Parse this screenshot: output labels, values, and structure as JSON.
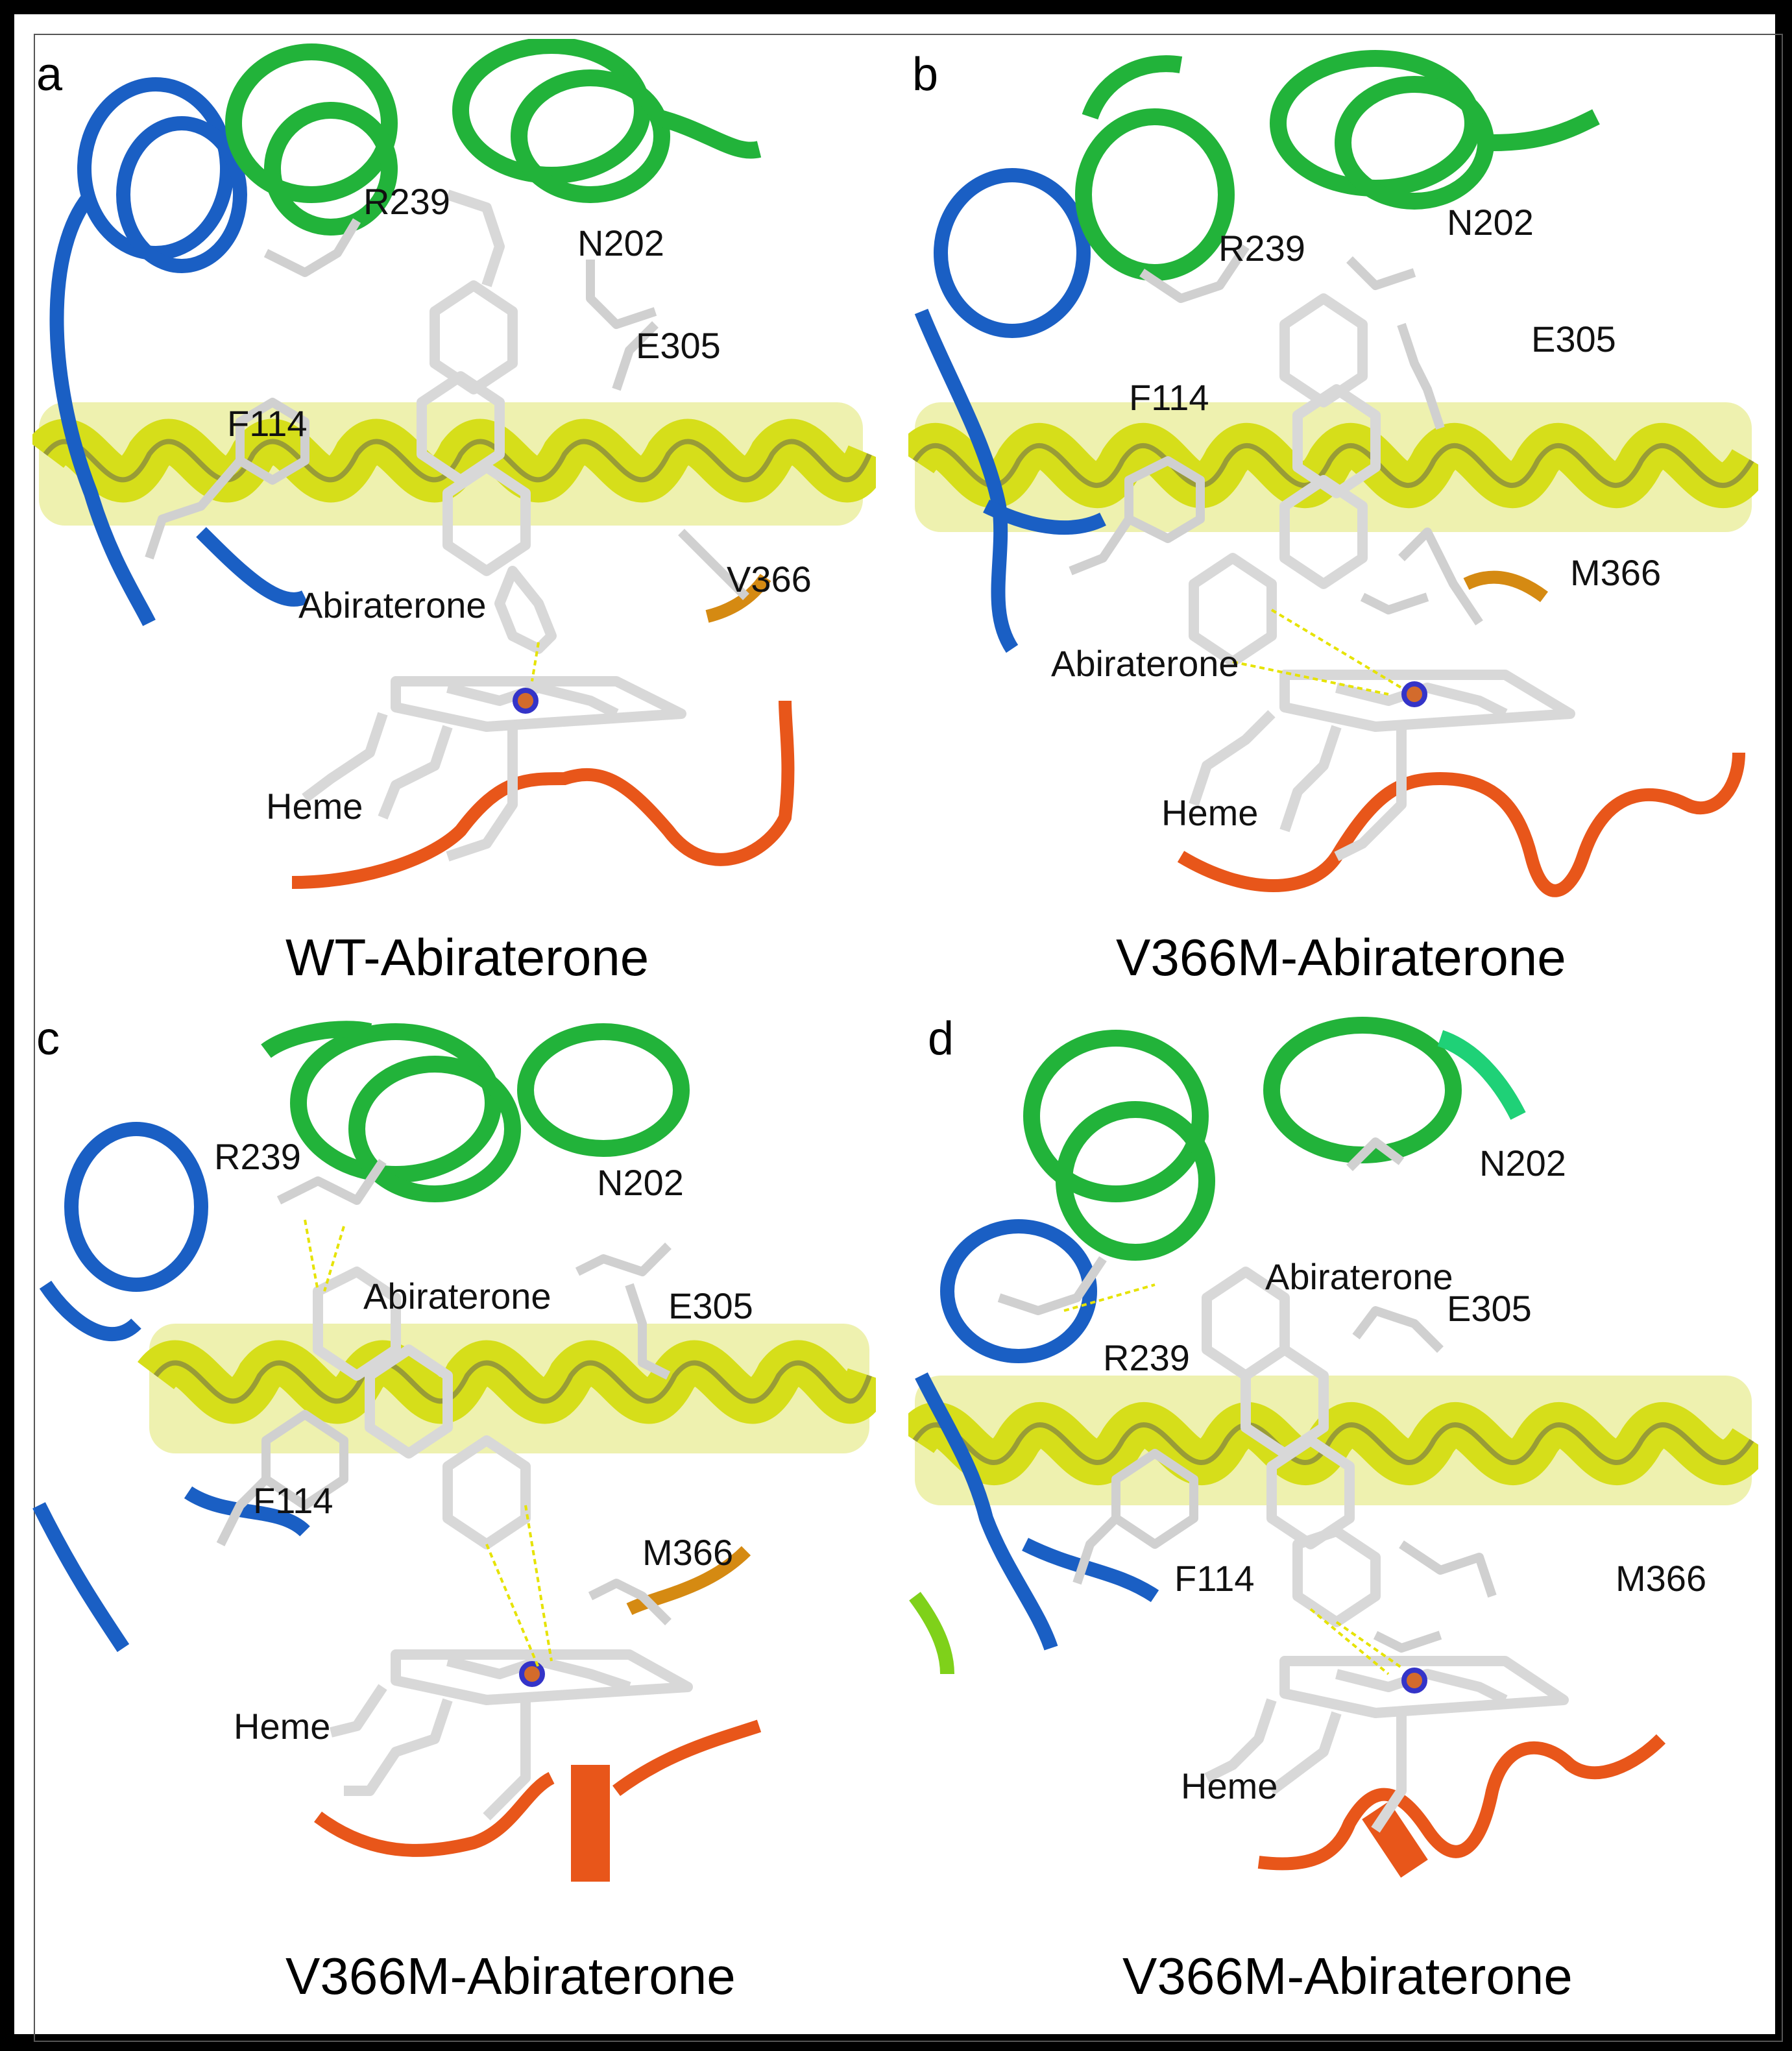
{
  "panels": [
    {
      "letter": "a",
      "caption": "WT-Abiraterone",
      "labels": {
        "r239": "R239",
        "n202": "N202",
        "e305": "E305",
        "f114": "F114",
        "res366": "V366",
        "abiraterone": "Abiraterone",
        "heme": "Heme"
      }
    },
    {
      "letter": "b",
      "caption": "V366M-Abiraterone",
      "labels": {
        "r239": "R239",
        "n202": "N202",
        "e305": "E305",
        "f114": "F114",
        "res366": "M366",
        "abiraterone": "Abiraterone",
        "heme": "Heme"
      }
    },
    {
      "letter": "c",
      "caption": "V366M-Abiraterone",
      "labels": {
        "r239": "R239",
        "n202": "N202",
        "e305": "E305",
        "f114": "F114",
        "res366": "M366",
        "abiraterone": "Abiraterone",
        "heme": "Heme"
      }
    },
    {
      "letter": "d",
      "caption": "V366M-Abiraterone",
      "labels": {
        "r239": "R239",
        "n202": "N202",
        "e305": "E305",
        "f114": "F114",
        "res366": "M366",
        "abiraterone": "Abiraterone",
        "heme": "Heme"
      }
    }
  ],
  "colors": {
    "blue_helix": "#1a5fc4",
    "green_helix": "#22b33a",
    "yellow_helix": "#d8e01c",
    "orange_loop": "#e8561a",
    "ligand_gray": "#d4d4d4"
  }
}
